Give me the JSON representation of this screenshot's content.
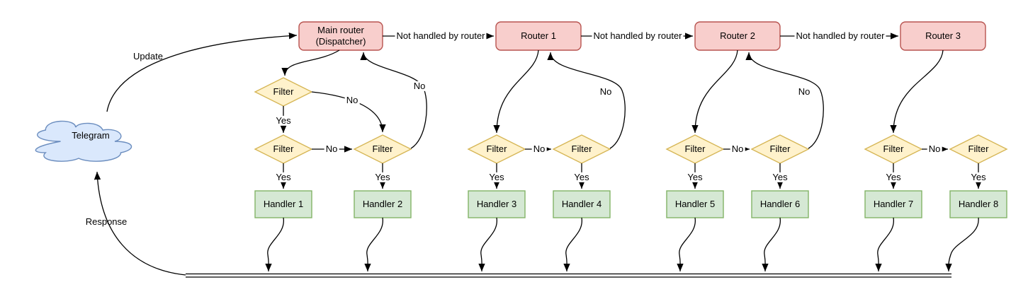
{
  "diagram": {
    "nodes": {
      "cloud": "Telegram",
      "dispatcher": "Main router\n(Dispatcher)",
      "routers": [
        "Router 1",
        "Router 2",
        "Router 3"
      ],
      "filter": "Filter",
      "handlers": [
        "Handler 1",
        "Handler 2",
        "Handler 3",
        "Handler 4",
        "Handler 5",
        "Handler 6",
        "Handler 7",
        "Handler 8"
      ]
    },
    "edges": {
      "update": "Update",
      "response": "Response",
      "not_handled": "Not handled by router",
      "yes": "Yes",
      "no": "No"
    },
    "colors": {
      "router_fill": "#f8cecc",
      "router_stroke": "#b85450",
      "filter_fill": "#fff2cc",
      "filter_stroke": "#d6b656",
      "handler_fill": "#d5e8d4",
      "handler_stroke": "#82b366",
      "cloud_fill": "#dae8fc",
      "cloud_stroke": "#6c8ebf",
      "edge": "#000000",
      "background": "#ffffff"
    }
  }
}
